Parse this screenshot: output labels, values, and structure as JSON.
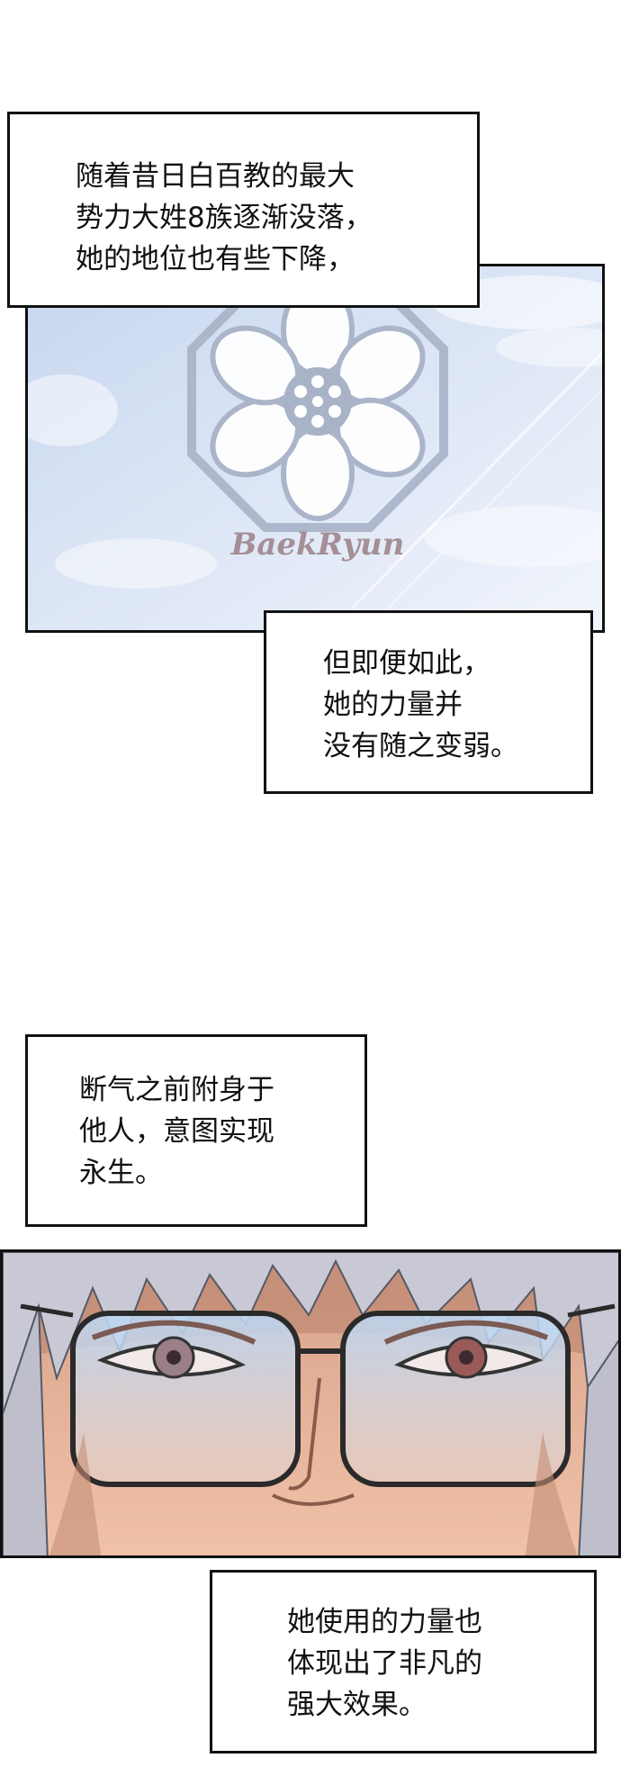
{
  "captions": {
    "c1": "随着昔日白百教的最大\n势力大姓8族逐渐没落，\n她的地位也有些下降，",
    "c2": "但即便如此，\n她的力量并\n没有随之变弱。",
    "c3": "断气之前附身于\n他人，意图实现\n永生。",
    "c4": "她使用的力量也\n体现出了非凡的\n强大效果。"
  },
  "emblem": {
    "watermark": "BaekRyun"
  },
  "colors": {
    "sky": "#d9e4f5",
    "emblem": "#a9b3c8",
    "watermark": "#9b7f86",
    "skin": "#e8b49a",
    "hair": "#c9c9d6",
    "border": "#111111"
  }
}
